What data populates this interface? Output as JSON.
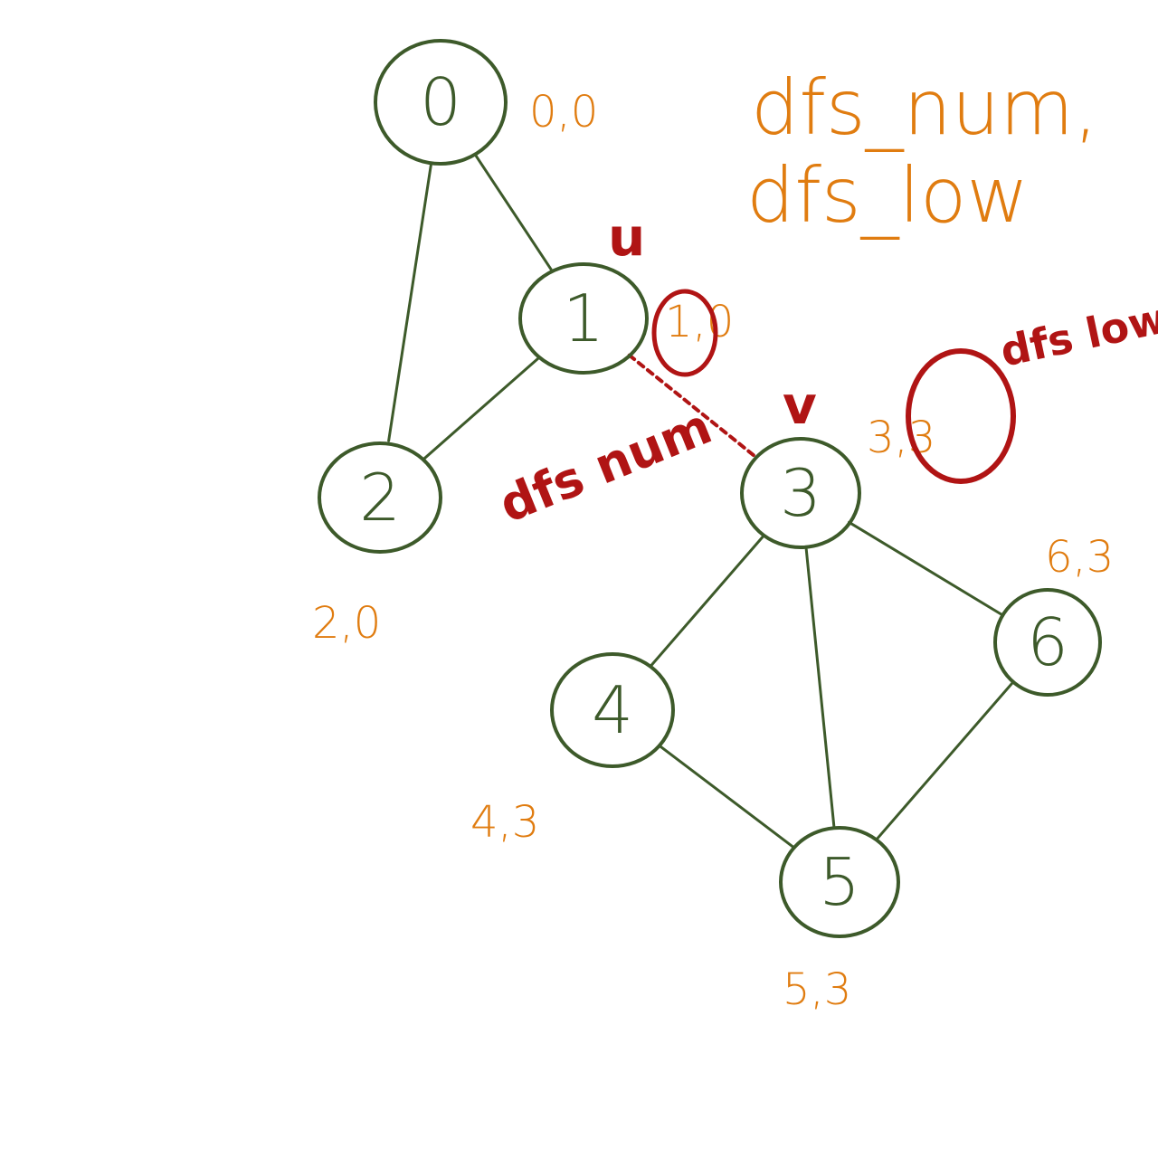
{
  "colors": {
    "node_stroke": "#3d5a2a",
    "edge_stroke": "#3d5a2a",
    "pair_text": "#e07c10",
    "annotation_red": "#b01414"
  },
  "legend": {
    "line1": "dfs_num,",
    "line2": "dfs_low"
  },
  "nodes": [
    {
      "id": "0",
      "label": "0",
      "pair": "0,0"
    },
    {
      "id": "1",
      "label": "1",
      "pair": "1,0"
    },
    {
      "id": "2",
      "label": "2",
      "pair": "2,0"
    },
    {
      "id": "3",
      "label": "3",
      "pair": "3,3"
    },
    {
      "id": "4",
      "label": "4",
      "pair": "4,3"
    },
    {
      "id": "5",
      "label": "5",
      "pair": "5,3"
    },
    {
      "id": "6",
      "label": "6",
      "pair": "6,3"
    }
  ],
  "edges": [
    {
      "from": "0",
      "to": "1",
      "style": "solid"
    },
    {
      "from": "0",
      "to": "2",
      "style": "solid"
    },
    {
      "from": "1",
      "to": "2",
      "style": "solid"
    },
    {
      "from": "1",
      "to": "3",
      "style": "dashed"
    },
    {
      "from": "3",
      "to": "4",
      "style": "solid"
    },
    {
      "from": "3",
      "to": "5",
      "style": "solid"
    },
    {
      "from": "3",
      "to": "6",
      "style": "solid"
    },
    {
      "from": "4",
      "to": "5",
      "style": "solid"
    },
    {
      "from": "5",
      "to": "6",
      "style": "solid"
    }
  ],
  "annotations": {
    "u": "u",
    "v": "v",
    "dfs_num": "dfs num",
    "dfs_low": "dfs low"
  }
}
